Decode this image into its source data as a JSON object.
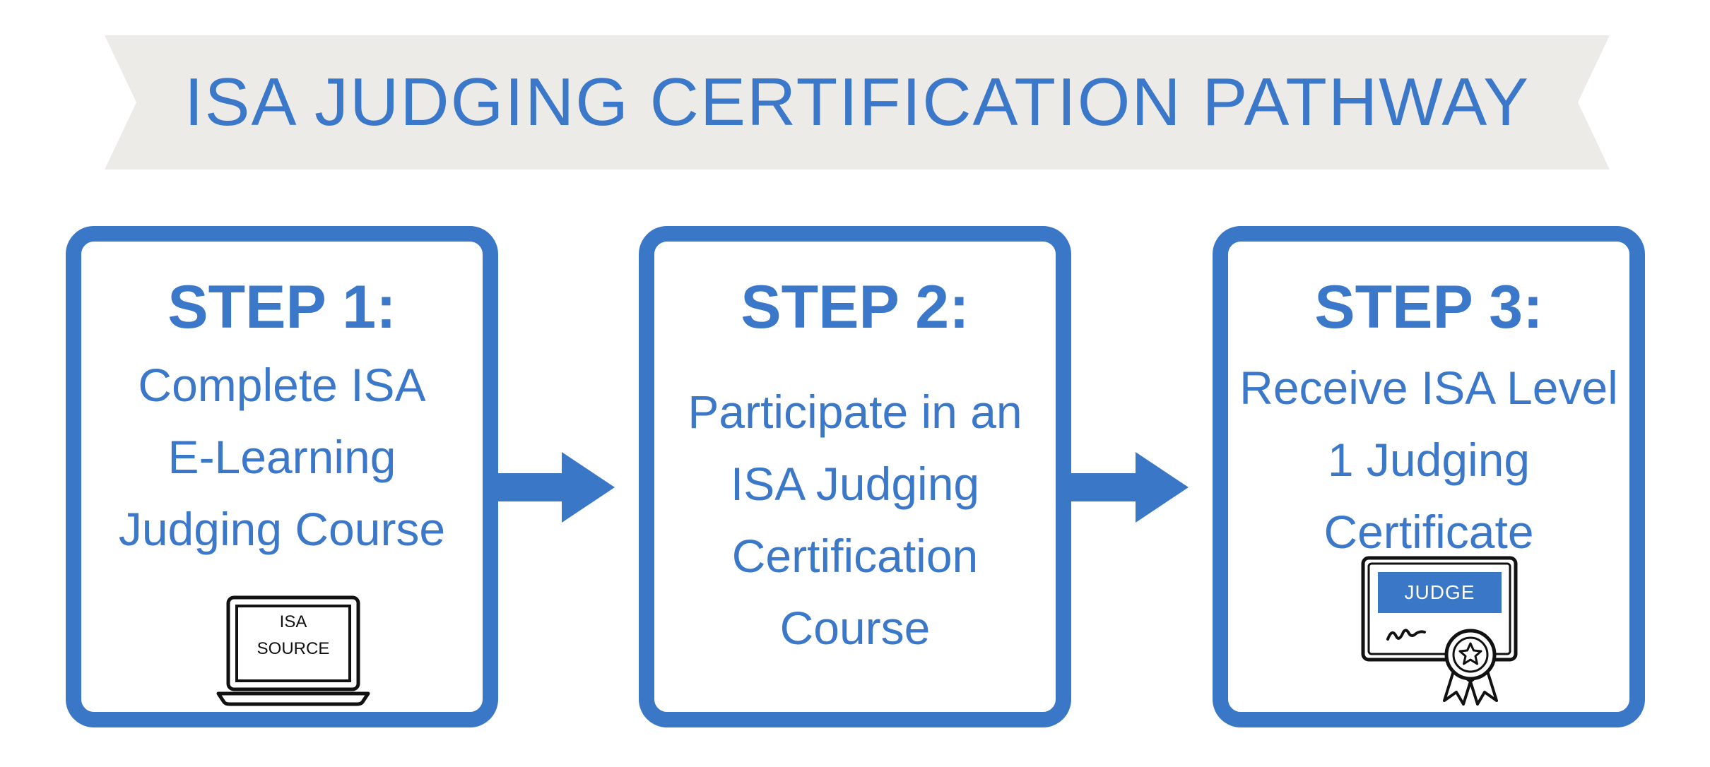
{
  "banner": {
    "title": "ISA JUDGING CERTIFICATION PATHWAY"
  },
  "steps": [
    {
      "heading": "STEP 1:",
      "lines": [
        "Complete ISA",
        "E-Learning",
        "Judging Course"
      ],
      "icon": "laptop-icon",
      "icon_label_lines": [
        "ISA",
        "SOURCE"
      ]
    },
    {
      "heading": "STEP 2:",
      "lines": [
        "Participate in an",
        "ISA Judging",
        "Certification",
        "Course"
      ]
    },
    {
      "heading": "STEP 3:",
      "lines": [
        "Receive ISA Level",
        "1 Judging",
        "Certificate"
      ],
      "icon": "certificate-icon",
      "icon_label": "JUDGE"
    }
  ],
  "colors": {
    "primary": "#3a77c6",
    "text": "#3c78c9",
    "banner_bg": "#ecebe7"
  }
}
